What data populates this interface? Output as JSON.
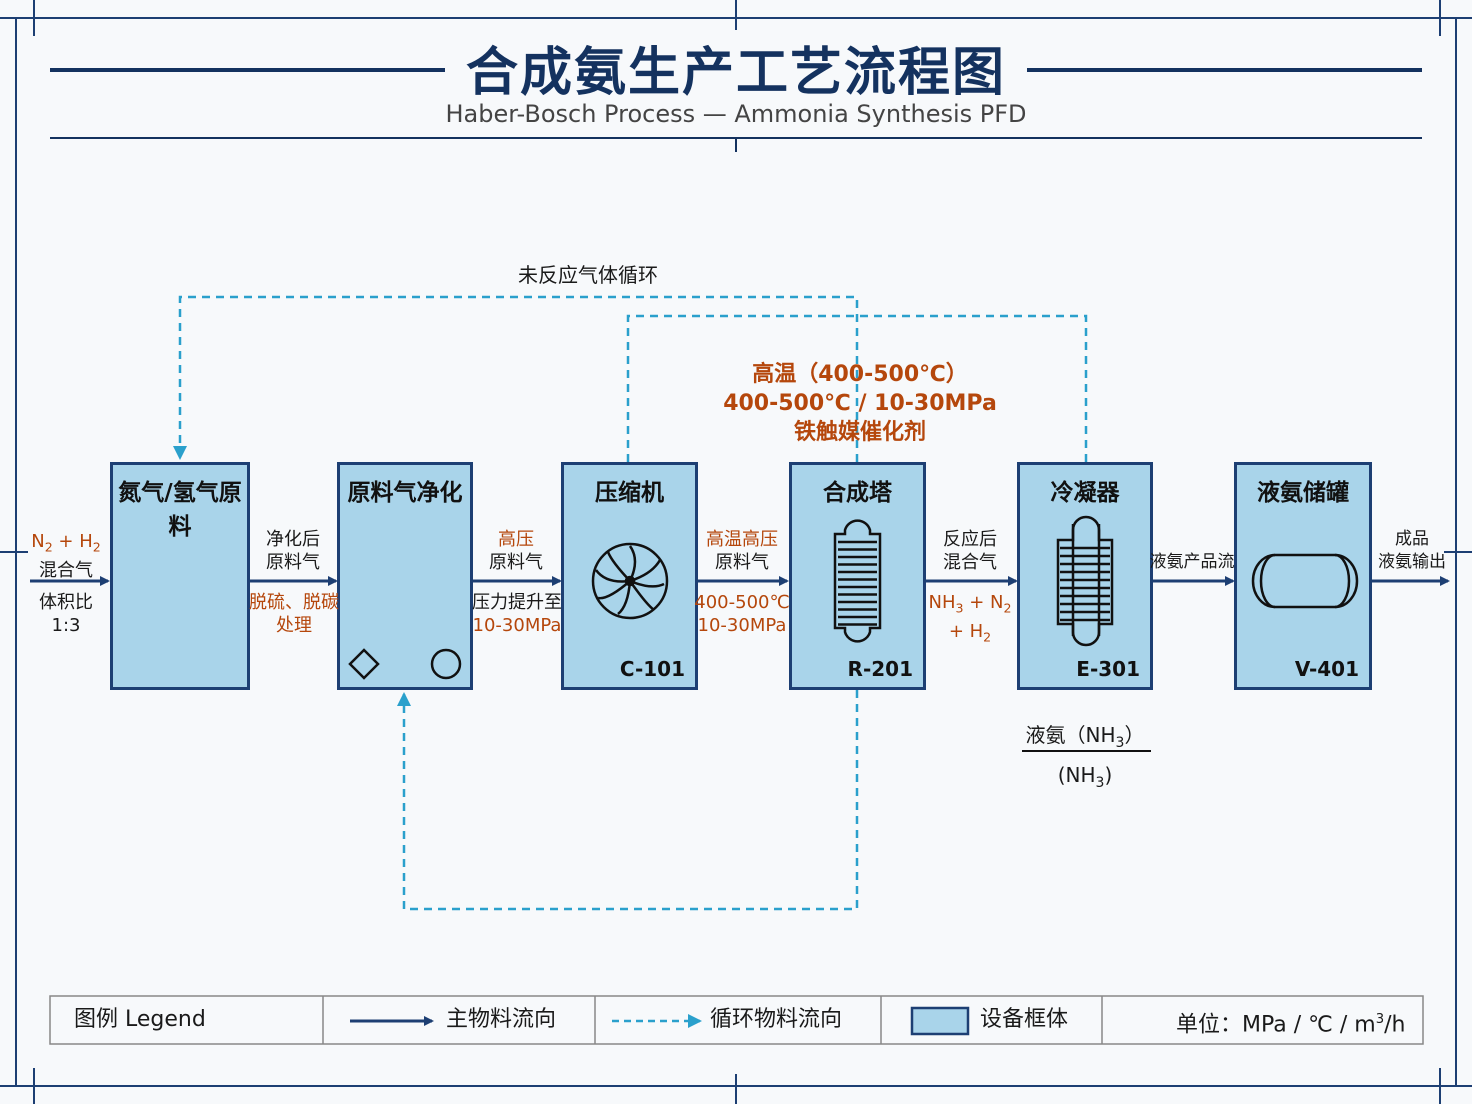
{
  "header": {
    "title": "合成氨生产工艺流程图",
    "subtitle": "Haber-Bosch Process — Ammonia Synthesis PFD"
  },
  "equipment": [
    {
      "id": "feed",
      "name": "氮气/氢气原料",
      "tag": ""
    },
    {
      "id": "purify",
      "name": "原料气净化",
      "tag": ""
    },
    {
      "id": "compressor",
      "name": "压缩机",
      "tag": "C-101"
    },
    {
      "id": "reactor",
      "name": "合成塔",
      "tag": "R-201"
    },
    {
      "id": "condenser",
      "name": "冷凝器",
      "tag": "E-301"
    },
    {
      "id": "tank",
      "name": "液氨储罐",
      "tag": "V-401"
    }
  ],
  "streams": {
    "inlet_formula": {
      "n": "N",
      "n_sub": "2",
      "plus": " + H",
      "h_sub": "2"
    },
    "inlet_name": "混合气",
    "inlet_ratio_1": "体积比",
    "inlet_ratio_2": "1:3",
    "s1_top_1": "净化后",
    "s1_top_2": "原料气",
    "s1_bottom_1": "脱硫、脱碳",
    "s1_bottom_2": "处理",
    "s2_top_1": "高压",
    "s2_top_2": "原料气",
    "s2_bottom_1": "压力提升至",
    "s2_bottom_2": "10-30MPa",
    "s3_top_1": "高温高压",
    "s3_top_2": "原料气",
    "s3_bottom_1": "400-500℃",
    "s3_bottom_2": "10-30MPa",
    "s4_top_1": "反应后",
    "s4_top_2": "混合气",
    "s4_formula": {
      "a": "NH",
      "a_sub": "3",
      "b": " + N",
      "b_sub": "2",
      "c": "+ H",
      "c_sub": "2"
    },
    "s5_label": "液氨产品流",
    "outlet_1": "成品",
    "outlet_2": "液氨输出",
    "recycle_label": "未反应气体循环",
    "product_formula": {
      "top": "液氨（NH",
      "top_sub": "3",
      "top_end": "）",
      "bottom": "(NH",
      "bottom_sub": "3",
      "bottom_end": ")"
    }
  },
  "conditions": {
    "line1": "高温（400-500℃）",
    "line2": "400-500℃ / 10-30MPa",
    "line3": "铁触媒催化剂"
  },
  "legend": {
    "title": "图例 Legend",
    "main_flow": "主物料流向",
    "recycle_flow": "循环物料流向",
    "equipment": "设备框体",
    "units_prefix": "单位：MPa / ℃ / m",
    "units_sup": "3",
    "units_suffix": "/h"
  },
  "colors": {
    "main_line": "#1d3f73",
    "recycle_line": "#2aa0cc",
    "box_fill": "#a9d4ea",
    "accent_text": "#b5470c"
  }
}
